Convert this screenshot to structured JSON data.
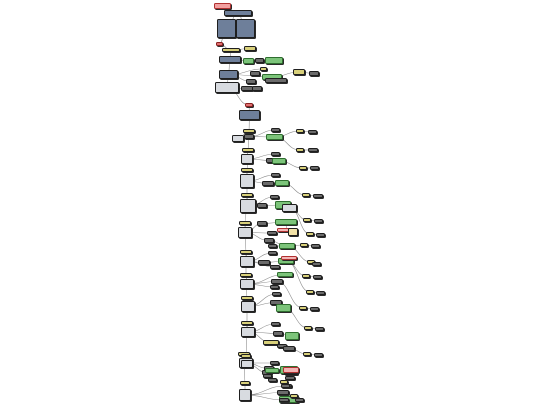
{
  "canvas": {
    "background": "#ffffff"
  },
  "palette": {
    "root": "#f2a0a0",
    "red": "#e07070",
    "topic": "#6e7f9a",
    "yellow": "#d8d07a",
    "green": "#7cc47a",
    "grey": "#6b6b6b",
    "dark": "#555c66",
    "light": "#d8dbe0",
    "pale": "#f3e3a8",
    "pink": "#f2b5b5",
    "line": "#8c8c8c"
  },
  "nodes": [
    {
      "id": "root",
      "kind": "root",
      "text": ""
    },
    {
      "id": "n_title",
      "kind": "topic",
      "text": ""
    },
    {
      "id": "n_col_a",
      "kind": "topic",
      "text": ""
    },
    {
      "id": "n_col_b",
      "kind": "topic",
      "text": ""
    },
    {
      "id": "n_red_1",
      "kind": "red",
      "text": ""
    },
    {
      "id": "n_y_1",
      "kind": "yellow",
      "text": ""
    },
    {
      "id": "n_y_2",
      "kind": "yellow",
      "text": ""
    },
    {
      "id": "n_t_1",
      "kind": "topic",
      "text": ""
    },
    {
      "id": "n_g_1",
      "kind": "green",
      "text": ""
    },
    {
      "id": "n_gr_1",
      "kind": "grey",
      "text": ""
    },
    {
      "id": "n_g_2",
      "kind": "green",
      "text": ""
    },
    {
      "id": "n_y_3",
      "kind": "yellow",
      "text": ""
    },
    {
      "id": "n_gr_2",
      "kind": "grey",
      "text": ""
    },
    {
      "id": "n_y_4",
      "kind": "yellow",
      "text": ""
    },
    {
      "id": "n_t_2",
      "kind": "topic",
      "text": ""
    },
    {
      "id": "n_gr_3",
      "kind": "grey",
      "text": ""
    },
    {
      "id": "n_g_3",
      "kind": "green",
      "text": ""
    },
    {
      "id": "n_gr_4",
      "kind": "grey",
      "text": ""
    },
    {
      "id": "n_gr_5",
      "kind": "grey",
      "text": ""
    },
    {
      "id": "n_l_1",
      "kind": "light",
      "text": ""
    },
    {
      "id": "n_gr_6",
      "kind": "grey",
      "text": ""
    },
    {
      "id": "n_gr_7",
      "kind": "grey",
      "text": ""
    },
    {
      "id": "n_red_2",
      "kind": "red",
      "text": ""
    },
    {
      "id": "n_t_3",
      "kind": "topic",
      "text": ""
    },
    {
      "id": "s1_y",
      "kind": "yellow",
      "text": ""
    },
    {
      "id": "s1_t",
      "kind": "light",
      "text": ""
    },
    {
      "id": "s1_a",
      "kind": "grey",
      "text": ""
    },
    {
      "id": "s1_b",
      "kind": "green",
      "text": ""
    },
    {
      "id": "s1_c",
      "kind": "grey",
      "text": ""
    },
    {
      "id": "s1_d",
      "kind": "yellow",
      "text": ""
    },
    {
      "id": "s1_e",
      "kind": "grey",
      "text": ""
    },
    {
      "id": "s1_f",
      "kind": "yellow",
      "text": ""
    },
    {
      "id": "s1_g",
      "kind": "grey",
      "text": ""
    },
    {
      "id": "s2_y",
      "kind": "yellow",
      "text": ""
    },
    {
      "id": "s2_t",
      "kind": "light",
      "text": ""
    },
    {
      "id": "s2_a",
      "kind": "grey",
      "text": ""
    },
    {
      "id": "s2_b",
      "kind": "green",
      "text": ""
    },
    {
      "id": "s2_c",
      "kind": "grey",
      "text": ""
    },
    {
      "id": "s2_d",
      "kind": "yellow",
      "text": ""
    },
    {
      "id": "s2_e",
      "kind": "grey",
      "text": ""
    },
    {
      "id": "s3_y",
      "kind": "yellow",
      "text": ""
    },
    {
      "id": "s3_t",
      "kind": "light",
      "text": ""
    },
    {
      "id": "s3_a",
      "kind": "grey",
      "text": ""
    },
    {
      "id": "s3_b",
      "kind": "green",
      "text": ""
    },
    {
      "id": "s3_c",
      "kind": "grey",
      "text": ""
    },
    {
      "id": "s3_d",
      "kind": "yellow",
      "text": ""
    },
    {
      "id": "s3_e",
      "kind": "grey",
      "text": ""
    },
    {
      "id": "s4_y",
      "kind": "yellow",
      "text": ""
    },
    {
      "id": "s4_t",
      "kind": "light",
      "text": ""
    },
    {
      "id": "s4_a",
      "kind": "grey",
      "text": ""
    },
    {
      "id": "s4_b",
      "kind": "green",
      "text": ""
    },
    {
      "id": "s4_c",
      "kind": "grey",
      "text": ""
    },
    {
      "id": "s4_d",
      "kind": "light",
      "text": ""
    },
    {
      "id": "s4_e",
      "kind": "yellow",
      "text": ""
    },
    {
      "id": "s4_f",
      "kind": "grey",
      "text": ""
    },
    {
      "id": "s4_g",
      "kind": "yellow",
      "text": ""
    },
    {
      "id": "s4_h",
      "kind": "grey",
      "text": ""
    },
    {
      "id": "s5_y",
      "kind": "yellow",
      "text": ""
    },
    {
      "id": "s5_t",
      "kind": "light",
      "text": ""
    },
    {
      "id": "s5_a",
      "kind": "grey",
      "text": ""
    },
    {
      "id": "s5_b",
      "kind": "green",
      "text": ""
    },
    {
      "id": "s5_c",
      "kind": "pink",
      "text": ""
    },
    {
      "id": "s5_d",
      "kind": "grey",
      "text": ""
    },
    {
      "id": "s5_e",
      "kind": "pale",
      "text": ""
    },
    {
      "id": "s5_f",
      "kind": "grey",
      "text": ""
    },
    {
      "id": "s5_g",
      "kind": "green",
      "text": ""
    },
    {
      "id": "s5_h",
      "kind": "grey",
      "text": ""
    },
    {
      "id": "s5_i",
      "kind": "yellow",
      "text": ""
    },
    {
      "id": "s5_j",
      "kind": "grey",
      "text": ""
    },
    {
      "id": "s5_k",
      "kind": "yellow",
      "text": ""
    },
    {
      "id": "s5_l",
      "kind": "grey",
      "text": ""
    },
    {
      "id": "s6_y",
      "kind": "yellow",
      "text": ""
    },
    {
      "id": "s6_t",
      "kind": "light",
      "text": ""
    },
    {
      "id": "s6_a",
      "kind": "grey",
      "text": ""
    },
    {
      "id": "s6_b",
      "kind": "green",
      "text": ""
    },
    {
      "id": "s6_c",
      "kind": "pink",
      "text": ""
    },
    {
      "id": "s6_d",
      "kind": "grey",
      "text": ""
    },
    {
      "id": "s6_e",
      "kind": "grey",
      "text": ""
    },
    {
      "id": "s6_f",
      "kind": "yellow",
      "text": ""
    },
    {
      "id": "s6_g",
      "kind": "grey",
      "text": ""
    },
    {
      "id": "s6_h",
      "kind": "yellow",
      "text": ""
    },
    {
      "id": "s6_i",
      "kind": "grey",
      "text": ""
    },
    {
      "id": "s7_y",
      "kind": "yellow",
      "text": ""
    },
    {
      "id": "s7_t",
      "kind": "light",
      "text": ""
    },
    {
      "id": "s7_a",
      "kind": "grey",
      "text": ""
    },
    {
      "id": "s7_b",
      "kind": "green",
      "text": ""
    },
    {
      "id": "s7_c",
      "kind": "grey",
      "text": ""
    },
    {
      "id": "s7_d",
      "kind": "yellow",
      "text": ""
    },
    {
      "id": "s7_e",
      "kind": "grey",
      "text": ""
    },
    {
      "id": "s8_y",
      "kind": "yellow",
      "text": ""
    },
    {
      "id": "s8_t",
      "kind": "light",
      "text": ""
    },
    {
      "id": "s8_a",
      "kind": "grey",
      "text": ""
    },
    {
      "id": "s8_b",
      "kind": "green",
      "text": ""
    },
    {
      "id": "s8_c",
      "kind": "grey",
      "text": ""
    },
    {
      "id": "s8_d",
      "kind": "yellow",
      "text": ""
    },
    {
      "id": "s8_e",
      "kind": "grey",
      "text": ""
    },
    {
      "id": "s9_y",
      "kind": "yellow",
      "text": ""
    },
    {
      "id": "s9_t",
      "kind": "light",
      "text": ""
    },
    {
      "id": "s9_a",
      "kind": "grey",
      "text": ""
    },
    {
      "id": "s9_b",
      "kind": "green",
      "text": ""
    },
    {
      "id": "s9_c",
      "kind": "grey",
      "text": ""
    },
    {
      "id": "s9_d",
      "kind": "yellow",
      "text": ""
    },
    {
      "id": "s9_e",
      "kind": "grey",
      "text": ""
    },
    {
      "id": "s9_f",
      "kind": "grey",
      "text": ""
    },
    {
      "id": "s9_g",
      "kind": "yellow",
      "text": ""
    },
    {
      "id": "s9_h",
      "kind": "grey",
      "text": ""
    },
    {
      "id": "s10_y",
      "kind": "yellow",
      "text": ""
    },
    {
      "id": "s10_t",
      "kind": "light",
      "text": ""
    },
    {
      "id": "s10_a",
      "kind": "grey",
      "text": ""
    },
    {
      "id": "s10_b",
      "kind": "green",
      "text": ""
    },
    {
      "id": "s10_c",
      "kind": "grey",
      "text": ""
    },
    {
      "id": "s10_d",
      "kind": "yellow",
      "text": ""
    },
    {
      "id": "s10_e",
      "kind": "grey",
      "text": ""
    },
    {
      "id": "s10_f",
      "kind": "yellow",
      "text": ""
    },
    {
      "id": "s10_g",
      "kind": "grey",
      "text": ""
    },
    {
      "id": "s11_y",
      "kind": "yellow",
      "text": ""
    },
    {
      "id": "s11_t",
      "kind": "light",
      "text": ""
    },
    {
      "id": "s11_a",
      "kind": "grey",
      "text": ""
    },
    {
      "id": "s11_b",
      "kind": "green",
      "text": ""
    },
    {
      "id": "s11_c",
      "kind": "pink",
      "text": ""
    },
    {
      "id": "s11_d",
      "kind": "grey",
      "text": ""
    },
    {
      "id": "s11_e",
      "kind": "grey",
      "text": ""
    },
    {
      "id": "s11_f",
      "kind": "yellow",
      "text": ""
    },
    {
      "id": "s11_g",
      "kind": "grey",
      "text": ""
    },
    {
      "id": "s12_y",
      "kind": "yellow",
      "text": ""
    },
    {
      "id": "s12_t",
      "kind": "light",
      "text": ""
    },
    {
      "id": "s12_a",
      "kind": "grey",
      "text": ""
    },
    {
      "id": "s12_b",
      "kind": "green",
      "text": ""
    },
    {
      "id": "s12_c",
      "kind": "grey",
      "text": ""
    },
    {
      "id": "s12_d",
      "kind": "grey",
      "text": ""
    }
  ]
}
